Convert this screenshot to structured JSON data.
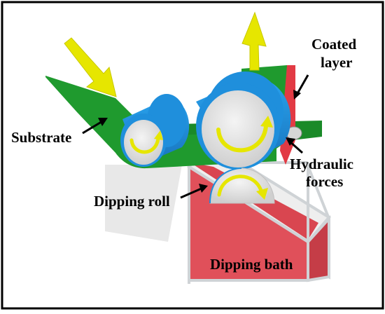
{
  "labels": {
    "coated_layer_line1": "Coated",
    "coated_layer_line2": "layer",
    "substrate": "Substrate",
    "hydraulic_line1": "Hydraulic",
    "hydraulic_line2": "forces",
    "dipping_roll": "Dipping roll",
    "dipping_bath": "Dipping bath"
  },
  "colors": {
    "substrate": "#1f9a2e",
    "roll_blue": "#1f8fdc",
    "roll_face": "#e6e6e6",
    "motion_arrow": "#e6e600",
    "bath": "#e0505a",
    "coated_layer": "#e23a44",
    "border": "#000000"
  },
  "icons": {
    "motion_arrows": "yellow-direction-arrow",
    "rotation_arrows": "yellow-curved-arrow",
    "pointer_arrows": "black-pointer-arrow"
  }
}
